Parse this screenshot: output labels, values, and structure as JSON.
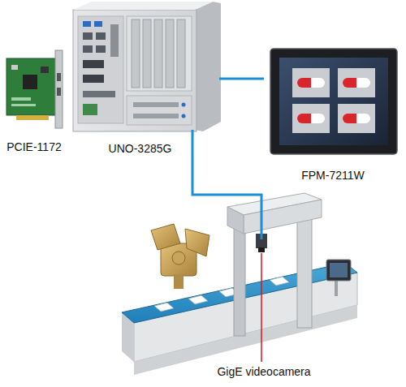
{
  "diagram": {
    "nodes": [
      {
        "text": [
          "PCIE-1172"
        ]
      },
      {
        "text": [
          "UNO-3285G"
        ]
      },
      {
        "text": [
          "FPM-7211W"
        ]
      },
      {
        "text": [
          "GigE videocamera"
        ]
      }
    ],
    "edges": [
      {
        "from": 1,
        "to": 2,
        "arrow": "none"
      },
      {
        "from": 1,
        "to": 3,
        "arrow": "none"
      }
    ]
  }
}
